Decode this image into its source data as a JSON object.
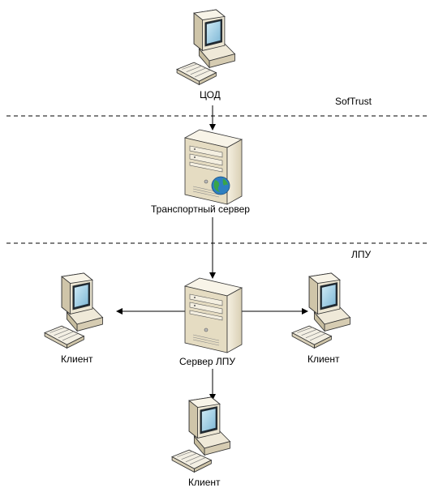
{
  "zones": {
    "top": "SofTrust",
    "bottom": "ЛПУ"
  },
  "nodes": {
    "cod": {
      "label": "ЦОД",
      "icon": "workstation-icon"
    },
    "transport": {
      "label": "Транспортный сервер",
      "icon": "web-server-icon"
    },
    "lpu_server": {
      "label": "Сервер ЛПУ",
      "icon": "server-icon"
    },
    "client_left": {
      "label": "Клиент",
      "icon": "workstation-icon"
    },
    "client_right": {
      "label": "Клиент",
      "icon": "workstation-icon"
    },
    "client_bottom": {
      "label": "Клиент",
      "icon": "workstation-icon"
    }
  },
  "connections": [
    {
      "from": "ЦОД",
      "to": "Транспортный сервер"
    },
    {
      "from": "Транспортный сервер",
      "to": "Сервер ЛПУ"
    },
    {
      "from": "Сервер ЛПУ",
      "to": "Клиент (left)"
    },
    {
      "from": "Сервер ЛПУ",
      "to": "Клиент (right)"
    },
    {
      "from": "Сервер ЛПУ",
      "to": "Клиент (bottom)"
    }
  ],
  "colors": {
    "line": "#000000",
    "tower_body": "#ece4cf",
    "monitor_screen": "#a9d5ea",
    "globe": "#2e7fc1",
    "globe_land": "#3aa547"
  }
}
